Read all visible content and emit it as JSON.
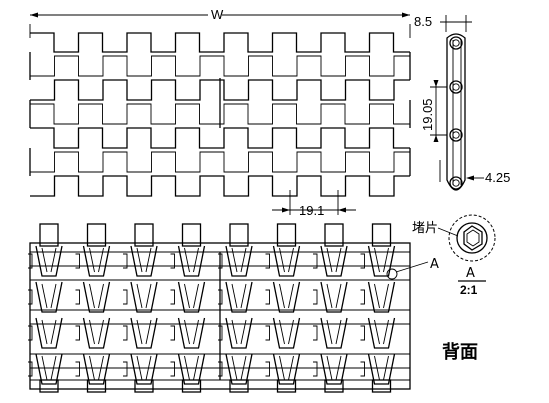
{
  "top_view": {
    "width_label": "W",
    "pitch_label": "19.1"
  },
  "side_view": {
    "thickness_label": "8.5",
    "pitch_label": "19.05",
    "offset_label": "4.25"
  },
  "back_view": {
    "callout_label": "A",
    "caption": "背面"
  },
  "detail": {
    "part_label": "堵片",
    "view_letter": "A",
    "scale": "2:1"
  }
}
